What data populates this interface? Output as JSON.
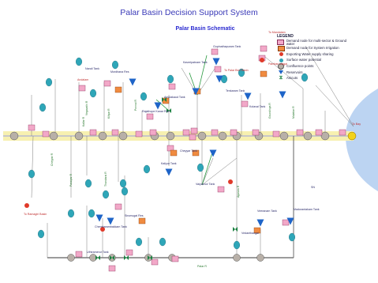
{
  "title": "Palar Basin Decision Support System",
  "subtitle": "Palar Basin Schematic",
  "legend": {
    "heading": "LEGEND",
    "items": [
      {
        "symbol": "pink-box",
        "label": "Demand node for multi-sector & Ground water"
      },
      {
        "symbol": "orange-box",
        "label": "Demand node for System Irrigation"
      },
      {
        "symbol": "red-dot",
        "label": "Exporting Water supply sharing"
      },
      {
        "symbol": "teal-dot",
        "label": "Surface water potential"
      },
      {
        "symbol": "grey-dot",
        "label": "Confluence points"
      },
      {
        "symbol": "blue-triangle",
        "label": "Reservoirs"
      },
      {
        "symbol": "green-bowtie",
        "label": "Anicuts"
      }
    ]
  },
  "labels": [
    {
      "text": "To Mandalam",
      "color": "red"
    },
    {
      "text": "Pamban Vaigai",
      "color": "red"
    },
    {
      "text": "To Palar Bed Basin",
      "color": "red"
    },
    {
      "text": "To Ramagiri Basin",
      "color": "red"
    },
    {
      "text": "Andalam",
      "color": "red"
    },
    {
      "text": "Nandi Tank",
      "color": "normal"
    },
    {
      "text": "Kaveripatnam Tank",
      "color": "normal"
    },
    {
      "text": "Gopinathapuram Tank",
      "color": "normal"
    },
    {
      "text": "Mordhana Res",
      "color": "normal"
    },
    {
      "text": "Rajathope Kanar Res",
      "color": "normal"
    },
    {
      "text": "Amulakaud Tank",
      "color": "normal"
    },
    {
      "text": "Tenkaram Tank",
      "color": "normal"
    },
    {
      "text": "Kolavai Tank",
      "color": "normal"
    },
    {
      "text": "Cheyyar Tank",
      "color": "normal"
    },
    {
      "text": "Kaliyur Tank",
      "color": "normal"
    },
    {
      "text": "Vaiyavoor Tank",
      "color": "normal"
    },
    {
      "text": "Chembarambakkam Tank",
      "color": "normal"
    },
    {
      "text": "Sirumugai Res",
      "color": "normal"
    },
    {
      "text": "Veeranam Tank",
      "color": "normal"
    },
    {
      "text": "Vedanthangal",
      "color": "normal"
    },
    {
      "text": "Uthiramerur Tank",
      "color": "normal"
    },
    {
      "text": "Madurantakam Tank",
      "color": "normal"
    },
    {
      "text": "Palar R",
      "color": "green"
    },
    {
      "text": "Cheyyar R",
      "color": "green"
    },
    {
      "text": "Vegavathi R",
      "color": "green"
    },
    {
      "text": "Kiliyar R",
      "color": "green"
    },
    {
      "text": "Paraiyar R",
      "color": "green"
    },
    {
      "text": "Thandarai R",
      "color": "green"
    },
    {
      "text": "Agaram R",
      "color": "green"
    },
    {
      "text": "Malattar R",
      "color": "green"
    },
    {
      "text": "Goundinya R",
      "color": "green"
    },
    {
      "text": "Ponnai R",
      "color": "green"
    },
    {
      "text": "Kallar R",
      "color": "green"
    },
    {
      "text": "To Bay",
      "color": "red"
    },
    {
      "text": "SN",
      "color": "normal"
    }
  ],
  "colors": {
    "title": "#3a3ab8",
    "river_main": "#c8c8c8",
    "river_band": "#f7f0b0",
    "demand_pink": "#f2a8c8",
    "irrigation_orange": "#f08b40",
    "export_red": "#e03a2a",
    "surface_teal": "#2ea6b8",
    "confluence_grey": "#b8b0a8",
    "reservoir_blue": "#1e64c8",
    "anicut_green": "#1a8040",
    "flow_green": "#2a9a40",
    "sea_blue": "#bcd4f2",
    "outlet_yellow": "#f2d21a"
  }
}
